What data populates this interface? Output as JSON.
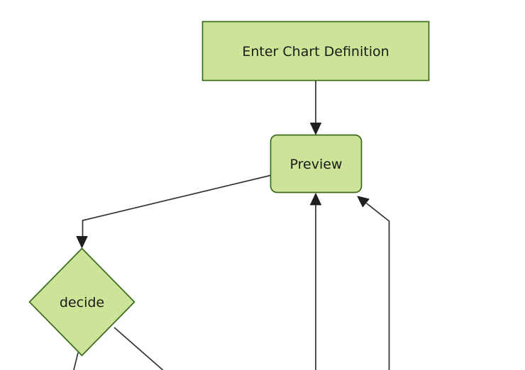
{
  "diagram": {
    "type": "flowchart",
    "orientation": "top-down",
    "background": "#ffffff",
    "colors": {
      "node_fill": "#cde498",
      "node_border": "#3a6b1d",
      "edge_line": "#333333",
      "arrowhead": "#1f1f1f",
      "label_text": "#1a1a1a"
    },
    "nodes": [
      {
        "id": "enter-chart-definition",
        "label": "Enter Chart Definition",
        "shape": "rectangle"
      },
      {
        "id": "preview",
        "label": "Preview",
        "shape": "rounded-rectangle"
      },
      {
        "id": "decide",
        "label": "decide",
        "shape": "diamond"
      }
    ],
    "edges": [
      {
        "from": "enter-chart-definition",
        "to": "preview",
        "arrow": true,
        "route": "straight-down"
      },
      {
        "from": "preview",
        "to": "decide",
        "arrow": true,
        "route": "left-then-down"
      },
      {
        "from": "offscreen-bottom",
        "to": "preview",
        "arrow": true,
        "route": "straight-up"
      },
      {
        "from": "offscreen-bottom-right",
        "to": "preview",
        "arrow": true,
        "route": "up-then-diagonal-left"
      },
      {
        "from": "decide",
        "to": "offscreen-bottom-left",
        "arrow": false,
        "route": "down"
      },
      {
        "from": "decide",
        "to": "offscreen-bottom-right",
        "arrow": false,
        "route": "down-right"
      }
    ]
  }
}
